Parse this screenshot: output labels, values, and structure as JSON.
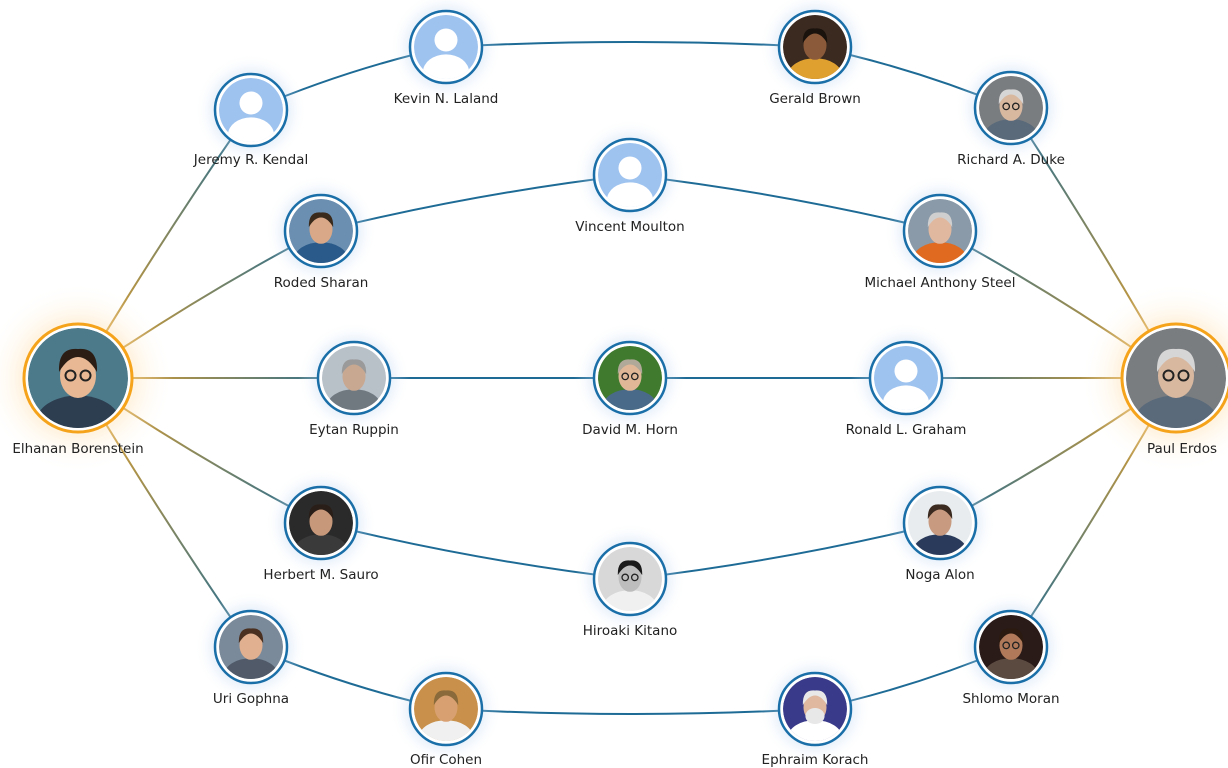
{
  "colors": {
    "edge_blue": "#1e6b96",
    "edge_orange": "#f5a623",
    "node_ring": "#1a6fa8",
    "endpoint_ring": "#f5a31a",
    "glow_blue": "#7aaee6",
    "glow_orange": "#ffc070",
    "placeholder_bg": "#9ec3ef",
    "placeholder_fg": "#ffffff"
  },
  "nodes": [
    {
      "id": "borenstein",
      "name": "Elhanan Borenstein",
      "role": "endpoint",
      "avatar": "photo-man-glasses"
    },
    {
      "id": "erdos",
      "name": "Paul Erdos",
      "role": "endpoint",
      "avatar": "photo-elderly-man"
    },
    {
      "id": "kendal",
      "name": "Jeremy R. Kendal",
      "role": "node",
      "avatar": "placeholder-person"
    },
    {
      "id": "laland",
      "name": "Kevin N. Laland",
      "role": "node",
      "avatar": "placeholder-person"
    },
    {
      "id": "brown",
      "name": "Gerald Brown",
      "role": "node",
      "avatar": "photo-woman"
    },
    {
      "id": "duke",
      "name": "Richard A. Duke",
      "role": "node",
      "avatar": "photo-elderly-man"
    },
    {
      "id": "sharan",
      "name": "Roded Sharan",
      "role": "node",
      "avatar": "photo-man-blue-shirt"
    },
    {
      "id": "moulton",
      "name": "Vincent Moulton",
      "role": "node",
      "avatar": "placeholder-person"
    },
    {
      "id": "steel",
      "name": "Michael Anthony Steel",
      "role": "node",
      "avatar": "photo-man-orange-jacket"
    },
    {
      "id": "ruppin",
      "name": "Eytan Ruppin",
      "role": "node",
      "avatar": "photo-man-grey"
    },
    {
      "id": "horn",
      "name": "David M. Horn",
      "role": "node",
      "avatar": "photo-man-outdoors"
    },
    {
      "id": "graham",
      "name": "Ronald L. Graham",
      "role": "node",
      "avatar": "placeholder-person"
    },
    {
      "id": "sauro",
      "name": "Herbert M. Sauro",
      "role": "node",
      "avatar": "photo-man-curly"
    },
    {
      "id": "kitano",
      "name": "Hiroaki Kitano",
      "role": "node",
      "avatar": "photo-man-bw"
    },
    {
      "id": "alon",
      "name": "Noga Alon",
      "role": "node",
      "avatar": "photo-man-light"
    },
    {
      "id": "gophna",
      "name": "Uri Gophna",
      "role": "node",
      "avatar": "photo-man-smiling"
    },
    {
      "id": "cohen",
      "name": "Ofir Cohen",
      "role": "node",
      "avatar": "photo-man-beach"
    },
    {
      "id": "korach",
      "name": "Ephraim Korach",
      "role": "node",
      "avatar": "photo-man-beard"
    },
    {
      "id": "moran",
      "name": "Shlomo Moran",
      "role": "node",
      "avatar": "photo-man-dark"
    }
  ],
  "paths": [
    [
      "borenstein",
      "kendal",
      "laland",
      "brown",
      "duke",
      "erdos"
    ],
    [
      "borenstein",
      "sharan",
      "moulton",
      "steel",
      "erdos"
    ],
    [
      "borenstein",
      "ruppin",
      "horn",
      "graham",
      "erdos"
    ],
    [
      "borenstein",
      "sauro",
      "kitano",
      "alon",
      "erdos"
    ],
    [
      "borenstein",
      "gophna",
      "cohen",
      "korach",
      "moran",
      "erdos"
    ]
  ]
}
